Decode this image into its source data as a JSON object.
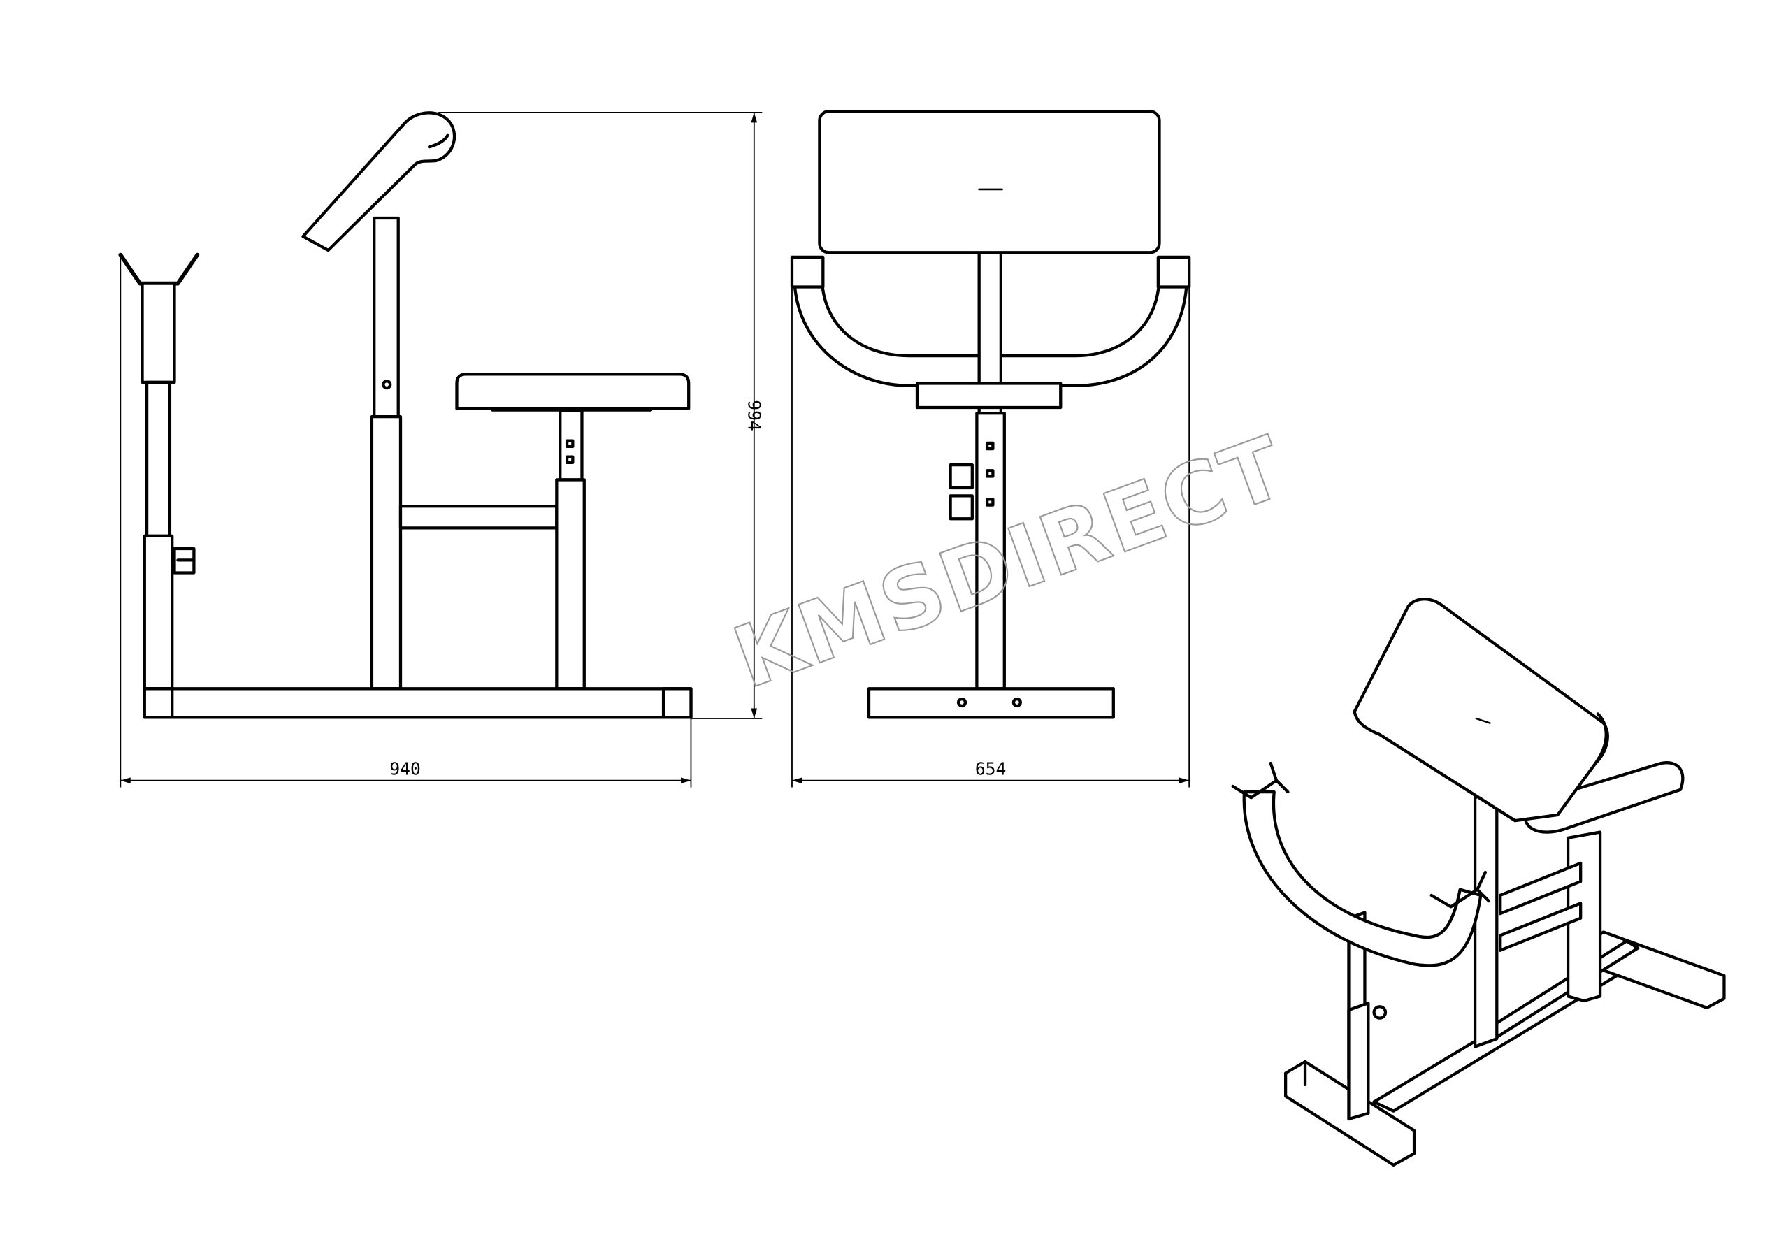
{
  "dimensions": {
    "side_width": "940",
    "front_width": "654",
    "height": "994"
  },
  "watermark": "KMSDIRECT",
  "colors": {
    "line": "#000000",
    "background": "#ffffff",
    "watermark": "#9a9a9a"
  }
}
